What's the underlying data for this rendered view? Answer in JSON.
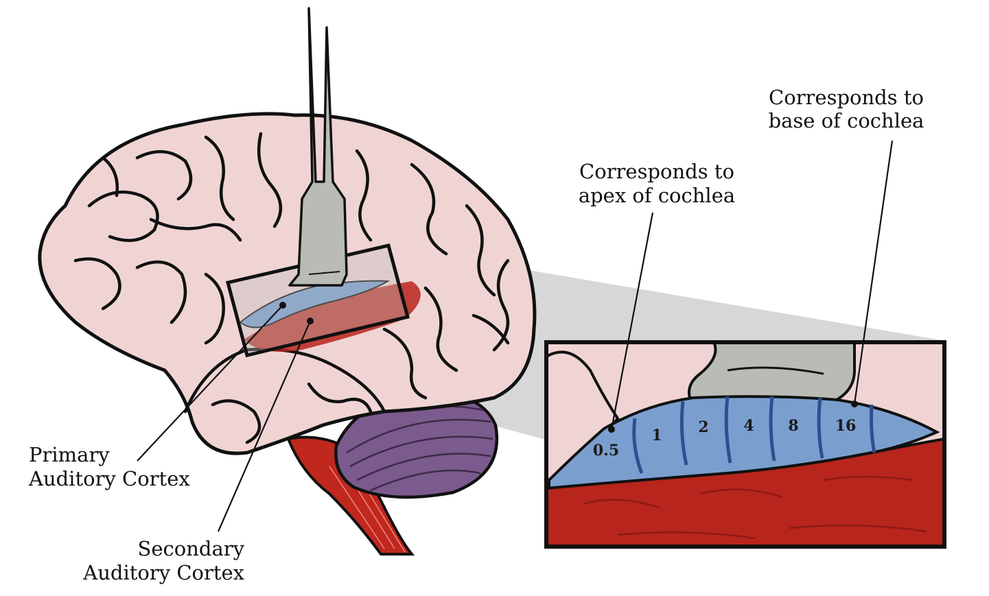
{
  "labels": {
    "primary_line1": "Primary",
    "primary_line2": "Auditory Cortex",
    "secondary_line1": "Secondary",
    "secondary_line2": "Auditory Cortex",
    "apex_line1": "Corresponds to",
    "apex_line2": "apex of cochlea",
    "base_line1": "Corresponds to",
    "base_line2": "base of cochlea"
  },
  "frequency_bands": [
    "0.5",
    "1",
    "2",
    "4",
    "8",
    "16"
  ],
  "colors": {
    "cortex": "#f0d4d4",
    "outline": "#111111",
    "primary_auditory": "#7a9fcf",
    "secondary_auditory": "#b8251c",
    "cerebellum": "#7b5a8e",
    "brainstem": "#c0271d",
    "probe": "#b9bcb5",
    "zoom_cone": "#c9c9c9"
  },
  "icons": [
    "brain-illustration",
    "electrode-probe"
  ]
}
